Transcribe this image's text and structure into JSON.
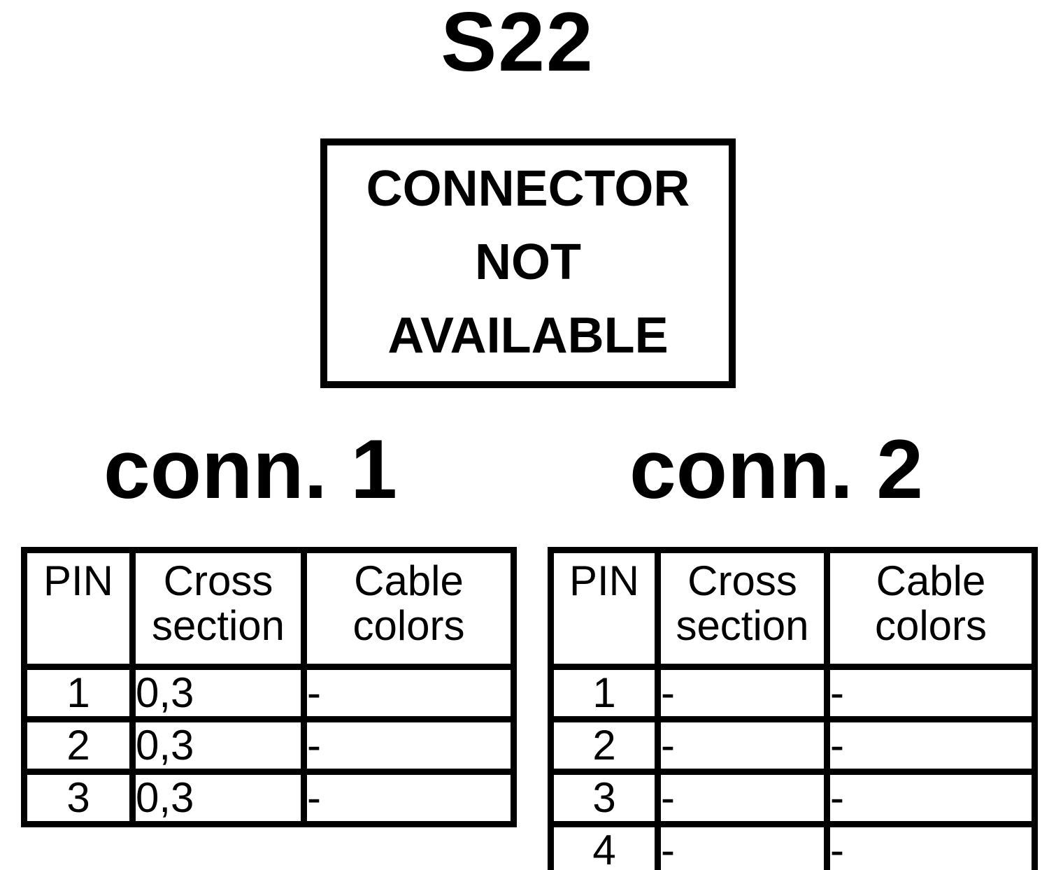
{
  "title": "S22",
  "notice_box": {
    "lines": [
      "CONNECTOR",
      "NOT",
      "AVAILABLE"
    ]
  },
  "connectors": [
    {
      "heading": "conn. 1",
      "columns": [
        "PIN",
        "Cross section",
        "Cable colors"
      ],
      "rows": [
        [
          "1",
          "0,3",
          "-"
        ],
        [
          "2",
          "0,3",
          "-"
        ],
        [
          "3",
          "0,3",
          "-"
        ]
      ]
    },
    {
      "heading": "conn. 2",
      "columns": [
        "PIN",
        "Cross section",
        "Cable colors"
      ],
      "rows": [
        [
          "1",
          "-",
          "-"
        ],
        [
          "2",
          "-",
          "-"
        ],
        [
          "3",
          "-",
          "-"
        ],
        [
          "4",
          "-",
          "-"
        ]
      ]
    }
  ],
  "colors": {
    "foreground": "#000000",
    "background": "#ffffff"
  }
}
